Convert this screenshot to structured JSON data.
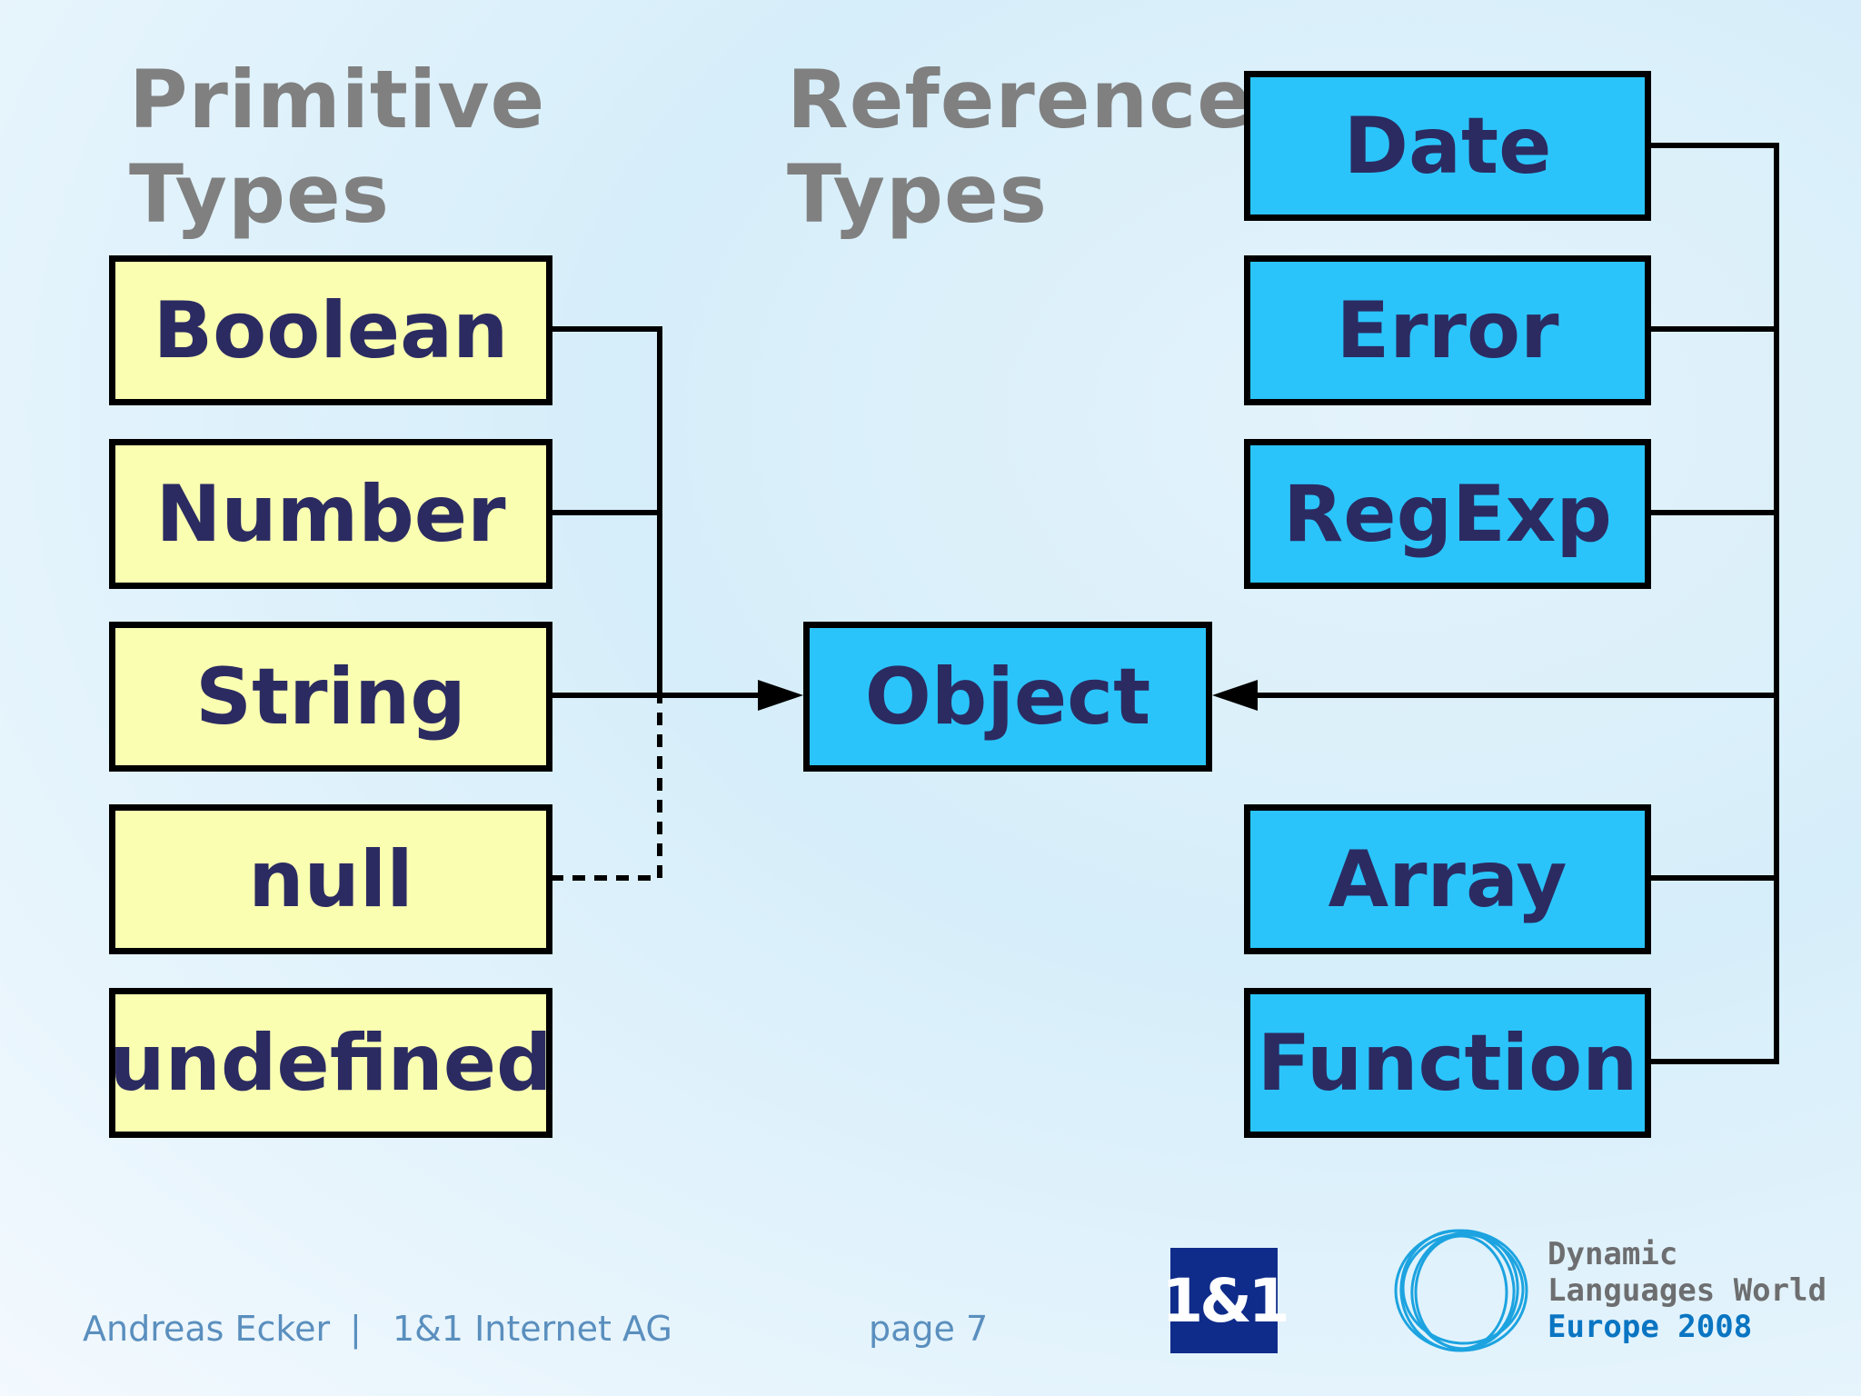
{
  "titles": {
    "primitive": [
      "Primitive",
      "Types"
    ],
    "reference": [
      "Reference",
      "Types"
    ]
  },
  "primitive_types": [
    "Boolean",
    "Number",
    "String",
    "null",
    "undefined"
  ],
  "reference_types": {
    "center": "Object",
    "right": [
      "Date",
      "Error",
      "RegExp",
      "Array",
      "Function"
    ]
  },
  "footer": {
    "author": "Andreas Ecker",
    "separator": "|",
    "company": "1&1 Internet AG",
    "page": "page 7"
  },
  "logos": {
    "company": "1&1",
    "event": [
      "Dynamic",
      "Languages World",
      "Europe 2008"
    ]
  },
  "colors": {
    "primitive_fill": "#fafeb0",
    "reference_fill": "#2ac4fa",
    "label": "#2b2b62",
    "title": "#808080"
  }
}
